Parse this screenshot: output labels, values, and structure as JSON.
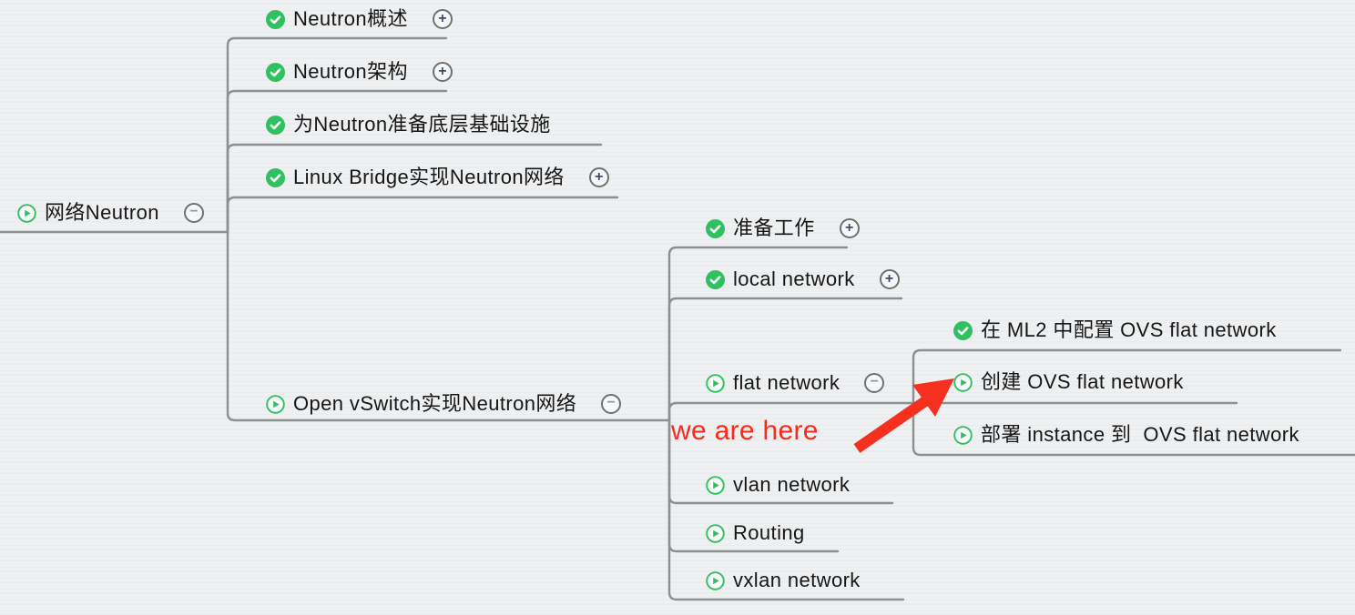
{
  "colors": {
    "background": "#edeff1",
    "branch_line": "#8d8f91",
    "status_green": "#2fc160",
    "text": "#161616",
    "annotation_red": "#fa2a1b",
    "expander_ring": "#6f7072",
    "plus_glyph": "#3d4d66",
    "minus_glyph": "#8e99ad"
  },
  "annotation": {
    "label": "we are here"
  },
  "expander_glyphs": {
    "plus": "+",
    "minus": "−"
  },
  "nodes": [
    {
      "id": "root",
      "label": "网络Neutron",
      "status": "in-progress",
      "status_icon": "play-icon",
      "expander": "minus"
    },
    {
      "id": "neutron-overview",
      "label": "Neutron概述",
      "status": "done",
      "status_icon": "check-icon",
      "expander": "plus"
    },
    {
      "id": "neutron-architecture",
      "label": "Neutron架构",
      "status": "done",
      "status_icon": "check-icon",
      "expander": "plus"
    },
    {
      "id": "prepare-underlying",
      "label": "为Neutron准备底层基础设施",
      "status": "done",
      "status_icon": "check-icon",
      "expander": null
    },
    {
      "id": "linux-bridge",
      "label": "Linux Bridge实现Neutron网络",
      "status": "done",
      "status_icon": "check-icon",
      "expander": "plus"
    },
    {
      "id": "open-vswitch",
      "label": "Open vSwitch实现Neutron网络",
      "status": "in-progress",
      "status_icon": "play-icon",
      "expander": "minus"
    },
    {
      "id": "preparation",
      "label": "准备工作",
      "status": "done",
      "status_icon": "check-icon",
      "expander": "plus"
    },
    {
      "id": "local-network",
      "label": "local network",
      "status": "done",
      "status_icon": "check-icon",
      "expander": "plus"
    },
    {
      "id": "flat-network",
      "label": "flat network",
      "status": "in-progress",
      "status_icon": "play-icon",
      "expander": "minus"
    },
    {
      "id": "ml2-config-ovs-flat",
      "label": "在 ML2 中配置 OVS flat network",
      "status": "done",
      "status_icon": "check-icon",
      "expander": null
    },
    {
      "id": "create-ovs-flat",
      "label": "创建 OVS flat network",
      "status": "in-progress",
      "status_icon": "play-icon",
      "expander": null
    },
    {
      "id": "deploy-instance",
      "label": "部署 instance 到  OVS flat network",
      "status": "in-progress",
      "status_icon": "play-icon",
      "expander": null
    },
    {
      "id": "vlan-network",
      "label": "vlan network",
      "status": "in-progress",
      "status_icon": "play-icon",
      "expander": null
    },
    {
      "id": "routing",
      "label": "Routing",
      "status": "in-progress",
      "status_icon": "play-icon",
      "expander": null
    },
    {
      "id": "vxlan-network",
      "label": "vxlan network",
      "status": "in-progress",
      "status_icon": "play-icon",
      "expander": null
    }
  ]
}
